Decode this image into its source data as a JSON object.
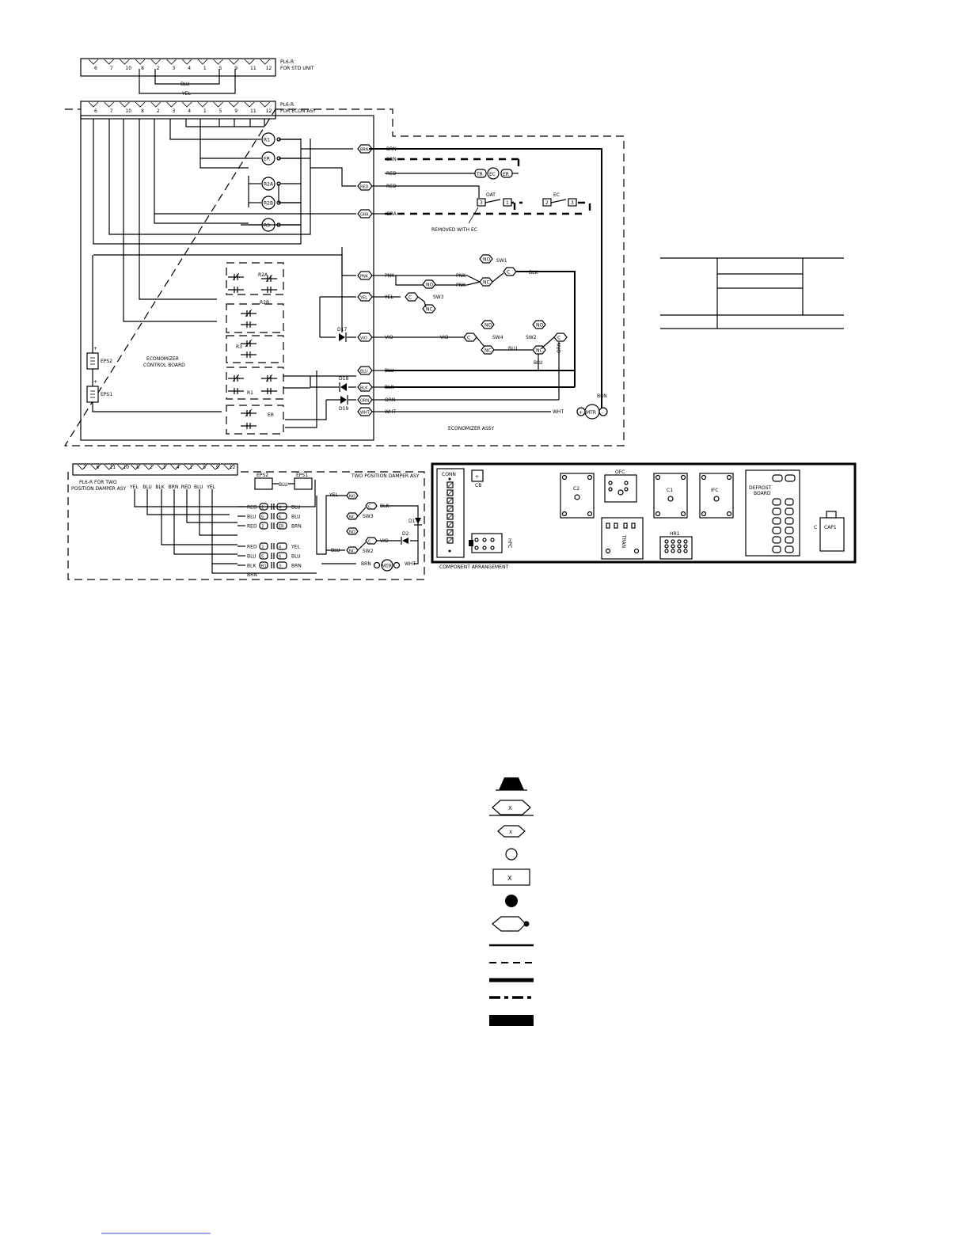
{
  "plugs": {
    "std": {
      "pins": [
        "6",
        "7",
        "10",
        "8",
        "2",
        "3",
        "4",
        "1",
        "5",
        "9",
        "11",
        "12"
      ],
      "label_1": "PL6-R",
      "label_2": "FOR STD UNIT",
      "jumper_1": "BLU",
      "jumper_2": "YEL"
    },
    "econ": {
      "pins": [
        "6",
        "7",
        "10",
        "8",
        "2",
        "3",
        "4",
        "1",
        "5",
        "9",
        "11",
        "12"
      ],
      "label_1": "PL6-R",
      "label_2": "FOR ECON ASY"
    },
    "two_pos": {
      "pins": [
        "7",
        "6",
        "11",
        "10",
        "8",
        "2",
        "3",
        "4",
        "1",
        "5",
        "9",
        "12"
      ],
      "label_1": "PL6-R FOR TWO",
      "label_2": "POSITION DAMPER ASY",
      "wires": [
        "YEL",
        "BLU",
        "BLK",
        "BRN",
        "RED",
        "BLU",
        "YEL"
      ]
    }
  },
  "economizer": {
    "relays": [
      "R1",
      "ER",
      "R2A",
      "R2B",
      "R3"
    ],
    "board_label_1": "ECONOMIZER",
    "board_label_2": "CONTROL BOARD",
    "assy_label": "ECONOMIZER ASSY",
    "eps": [
      "EPS2",
      "EPS1"
    ],
    "board_pins": [
      "BRN",
      "RED",
      "GRA",
      "PNK",
      "YEL",
      "VIO",
      "BLU",
      "BLK",
      "ORN",
      "WHT"
    ],
    "wire_labels": [
      "BRN",
      "BRN",
      "RED",
      "RED",
      "GRA",
      "PNK",
      "YEL",
      "VIO",
      "BLU",
      "BLK",
      "ORN",
      "WHT"
    ],
    "field_labels": {
      "pnk": "PNK",
      "vio": "VIO",
      "blu": "BLU",
      "blk": "BLK",
      "orn": "ORN",
      "wht": "WHT",
      "brn": "BRN"
    },
    "sw_labels": [
      "SW1",
      "SW3",
      "SW4",
      "SW2"
    ],
    "terminals": {
      "no": "NO",
      "nc": "NC",
      "c": "C"
    },
    "diodes": [
      "D17",
      "D18",
      "D19"
    ],
    "tr": "TR",
    "ec": "EC",
    "er": "ER",
    "oat": "OAT",
    "ec_top": "EC",
    "oat_pins": [
      "3",
      "1"
    ],
    "ec_pins": [
      "2",
      "3"
    ],
    "removed": "REMOVED WITH EC",
    "mtr": "MTR",
    "relay_contacts": [
      "R2A",
      "R2B",
      "R3",
      "R1",
      "ER"
    ]
  },
  "two_position": {
    "title": "TWO POSITION DAMPER ASY",
    "eps": [
      "EPS2",
      "EPS1"
    ],
    "eps_top_wire": "BLU",
    "rows": [
      {
        "left": "RED",
        "pin_l": "2",
        "pin_r": "4",
        "right": "BLU"
      },
      {
        "left": "BLU",
        "pin_l": "5",
        "pin_r": "6",
        "right": "BLU"
      },
      {
        "left": "RED",
        "pin_l": "3",
        "pin_r": "ER",
        "right": "BRN"
      },
      {
        "left": "RED",
        "pin_l": "2",
        "pin_r": "4",
        "right": "YEL"
      },
      {
        "left": "BLU",
        "pin_l": "5",
        "pin_r": "6",
        "right": "BLU"
      },
      {
        "left": "BLK",
        "pin_l": "R1",
        "pin_r": "3",
        "right": "BRN"
      }
    ],
    "bottom_wire": "BRN",
    "sw": [
      "SW3",
      "SW2"
    ],
    "wires": {
      "yel": "YEL",
      "blk": "BLK",
      "blu": "BLU",
      "vio": "VIO",
      "brn": "BRN",
      "wht": "WHT"
    },
    "diodes": [
      "D1",
      "D2"
    ],
    "mtr": "MTR"
  },
  "components": {
    "title": "COMPONENT ARRANGEMENT",
    "conn": "CONN",
    "cb": "CB",
    "hpc": "HPC",
    "c2": "C2",
    "ofc": "OFC",
    "c1": "C1",
    "ifc": "IFC",
    "tran": "TRAN",
    "hr1": "HR1",
    "defrost_1": "DEFROST",
    "defrost_2": "BOARD",
    "cap1": "CAP1",
    "cap1_c": "C"
  },
  "legend": {
    "symbols": [
      "plug",
      "terminal-board",
      "terminal-hex",
      "terminal-unmarked",
      "terminal-block",
      "splice",
      "splice-marked",
      "factory-wiring",
      "field-control-wiring",
      "field-power-wiring",
      "accessory-wiring",
      "heavy-wiring"
    ],
    "x_mark": "X"
  }
}
